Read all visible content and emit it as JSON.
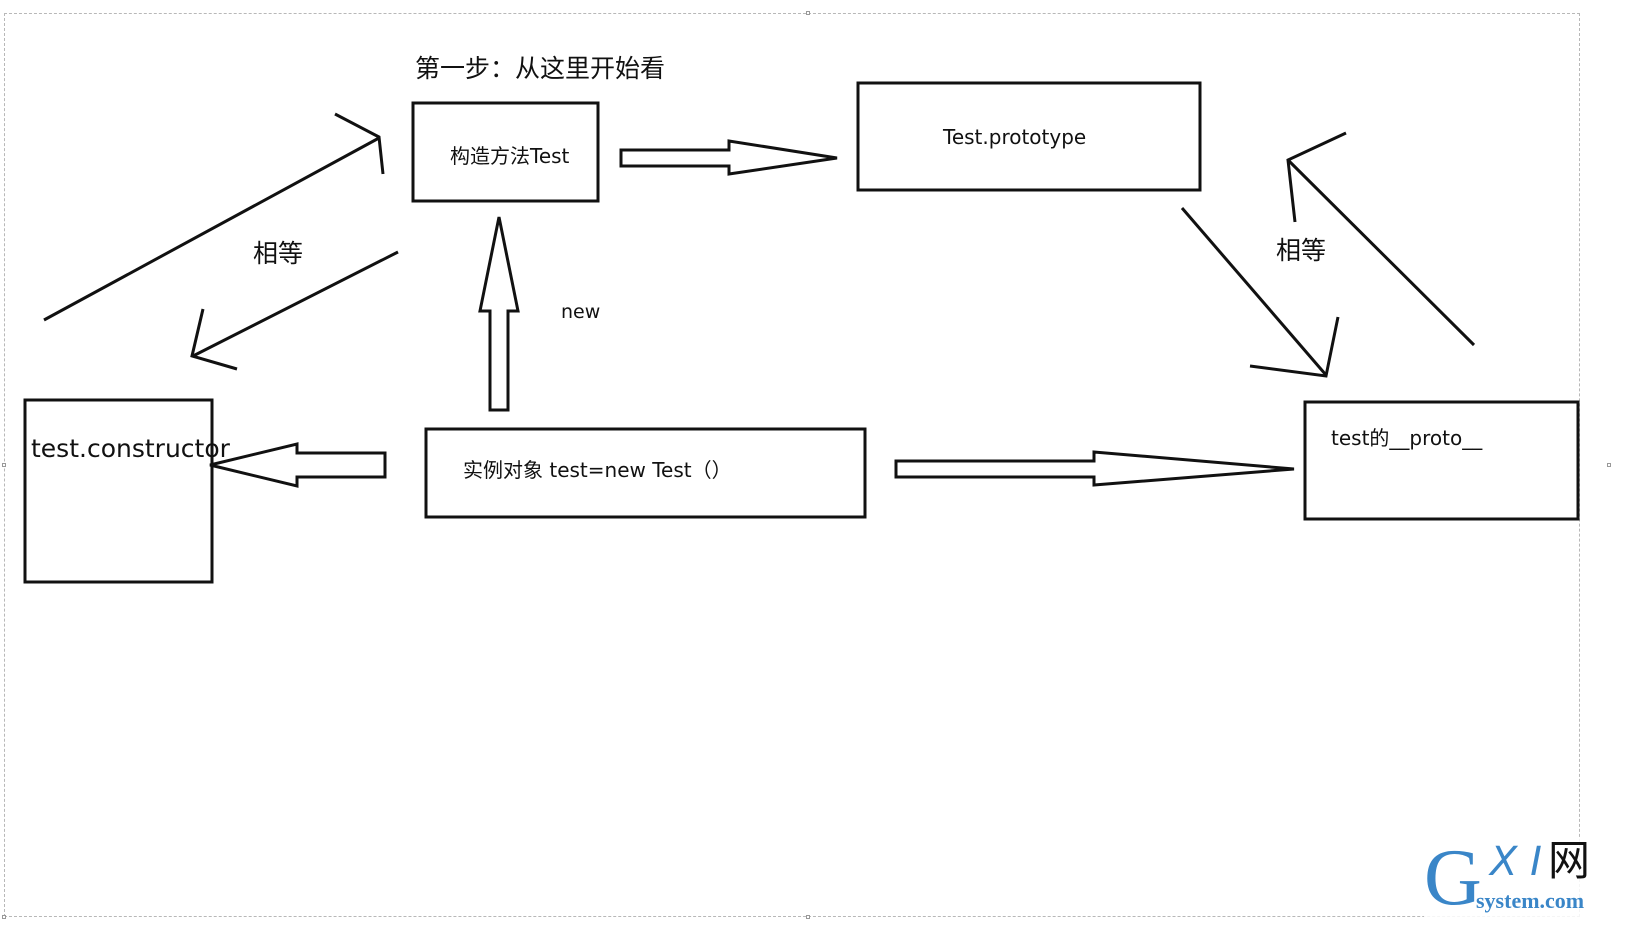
{
  "diagram": {
    "step_title": "第一步：从这里开始看",
    "constructor_box": "构造方法Test",
    "prototype_box": "Test.prototype",
    "equal_left": "相等",
    "equal_right": "相等",
    "new_label": "new",
    "constructor_prop_box": "test.constructor",
    "instance_box": "实例对象 test=new Test（）",
    "proto_box": "test的__proto__"
  },
  "watermark": {
    "brand_g": "G",
    "brand_x": "X I",
    "brand_net": "网",
    "site": "system.com"
  },
  "colors": {
    "line": "#111111",
    "frame": "#b8b8b8",
    "watermark_blue": "#3a86c8"
  }
}
